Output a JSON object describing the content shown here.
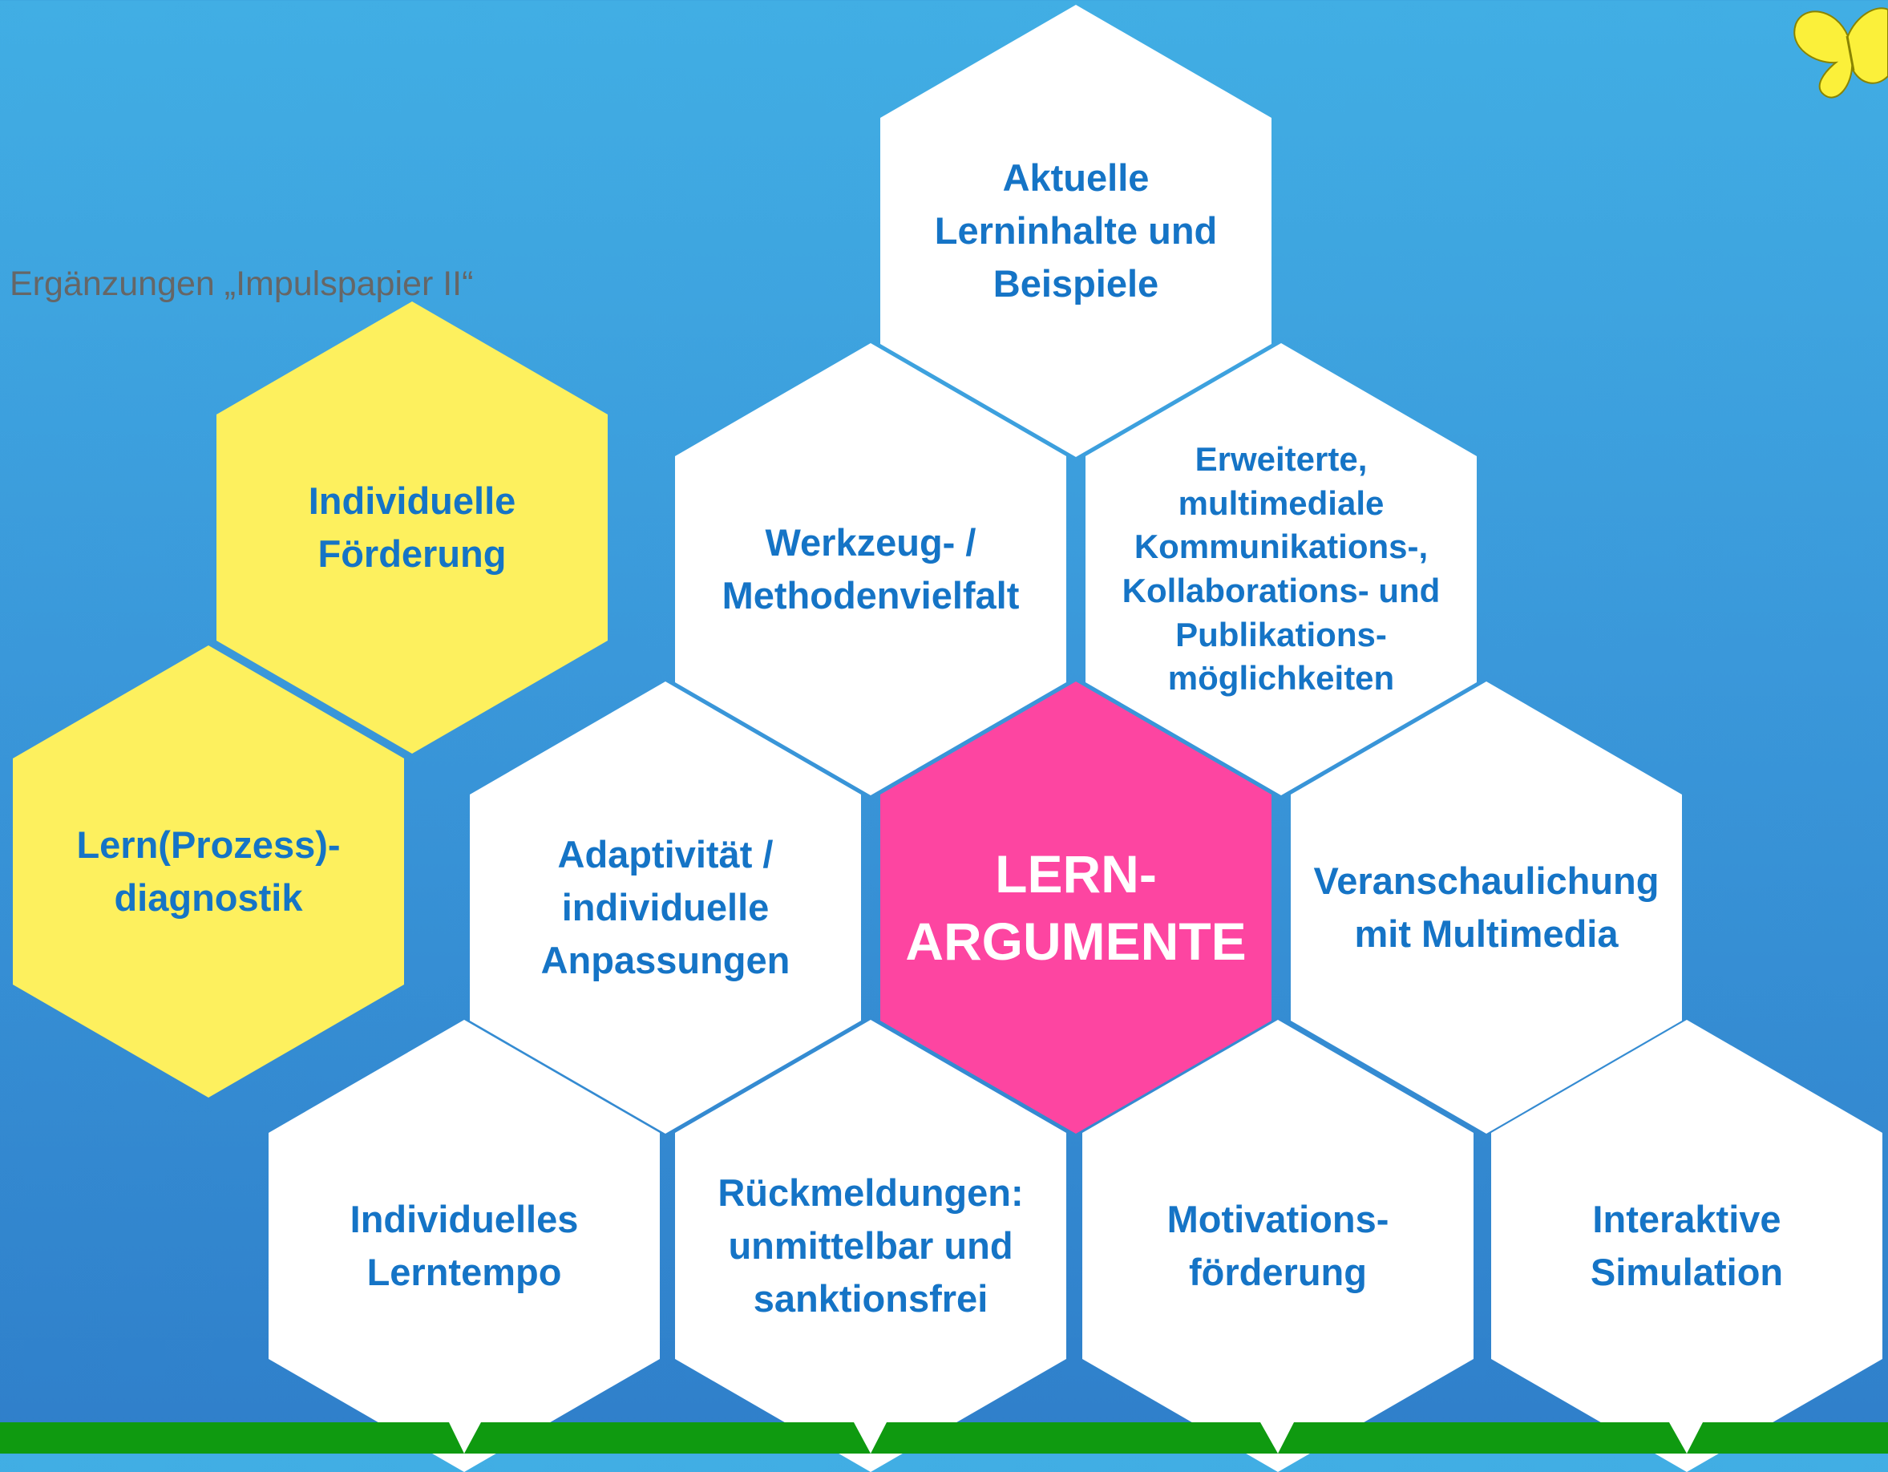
{
  "supplement_note": "Ergänzungen „Impulspapier II“",
  "colors": {
    "background_top": "#41aee4",
    "background_bottom": "#2f7fca",
    "hex_white": "#ffffff",
    "hex_yellow": "#fdf05e",
    "hex_center": "#fd45a1",
    "hex_text": "#1574c6",
    "grass": "#0f9a10"
  },
  "center": {
    "label": "LERN-\nARGUMENTE"
  },
  "cells": {
    "aktuelle": "Aktuelle\nLerninhalte und\nBeispiele",
    "werkzeug": "Werkzeug- /\nMethodenvielfalt",
    "erweiterte": "Erweiterte,\nmultimediale\nKommunikations-,\nKollaborations- und\nPublikations-\nmöglichkeiten",
    "adaptivitaet": "Adaptivität /\nindividuelle\nAnpassungen",
    "veranschaulichung": "Veranschaulichung\nmit Multimedia",
    "lerntempo": "Individuelles\nLerntempo",
    "rueckmeldungen": "Rückmeldungen:\nunmittelbar und\nsanktionsfrei",
    "motivation": "Motivations-\nförderung",
    "simulation": "Interaktive\nSimulation"
  },
  "supplement_cells": {
    "foerderung": "Individuelle\nFörderung",
    "diagnostik": "Lern(Prozess)-\ndiagnostik"
  },
  "decorations": {
    "butterfly_icon": "butterfly-icon",
    "grass": "grass-strip"
  }
}
